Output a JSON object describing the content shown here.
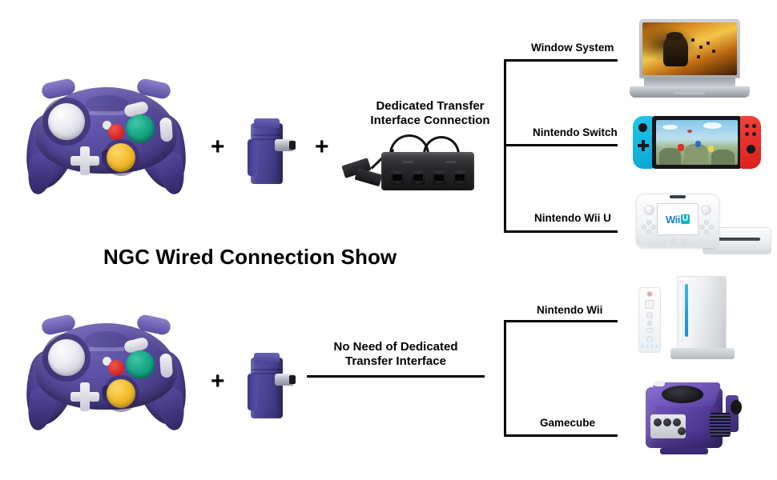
{
  "diagram": {
    "title": "NGC Wired Connection Show",
    "rows": {
      "top": {
        "controller_alt": "NGC purple wired controller",
        "plus_1": "+",
        "adapter_alt": "purple connector plug",
        "plus_2": "+",
        "hub_alt": "black four port USB adapter",
        "note_line_1": "Dedicated Transfer",
        "note_line_2": "Interface Connection",
        "targets": [
          {
            "label": "Window System",
            "device_alt": "laptop computer"
          },
          {
            "label": "Nintendo Switch",
            "device_alt": "Nintendo Switch console"
          },
          {
            "label": "Nintendo Wii U",
            "device_alt": "Nintendo Wii U GamePad and console"
          }
        ]
      },
      "bottom": {
        "controller_alt": "NGC purple wired controller",
        "plus_1": "+",
        "adapter_alt": "purple connector plug",
        "note_line_1": "No Need of Dedicated",
        "note_line_2": "Transfer Interface",
        "targets": [
          {
            "label": "Nintendo Wii",
            "device_alt": "Nintendo Wii console and remote"
          },
          {
            "label": "Gamecube",
            "device_alt": "Nintendo GameCube console"
          }
        ]
      }
    },
    "wiiu_logo": {
      "word": "Wii",
      "badge": "U"
    },
    "colors": {
      "background": "#ffffff",
      "text": "#000000",
      "rule": "#000000",
      "controller_purple": "#4b3f93",
      "gamecube_purple": "#5b42a2",
      "joycon_blue": "#0aa6d4",
      "joycon_red": "#dc1f1a",
      "wiiu_logo_blue": "#1f7fd0",
      "wiiu_badge_teal": "#12b5c9"
    }
  }
}
